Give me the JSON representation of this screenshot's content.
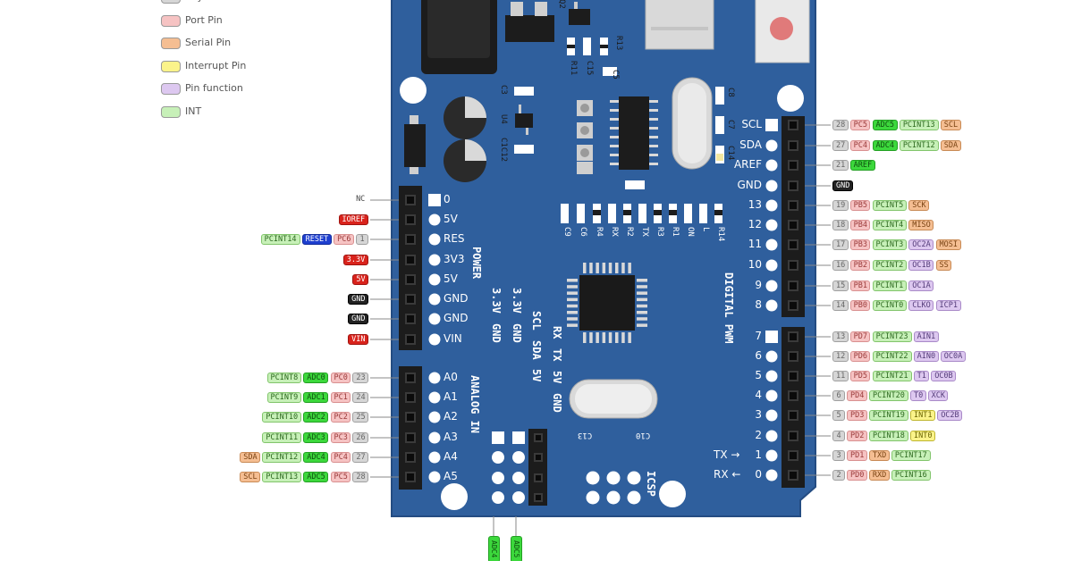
{
  "legend": [
    {
      "label": "Physical Pin",
      "color": "#d6d6d6"
    },
    {
      "label": "Port Pin",
      "color": "#f6c3c3"
    },
    {
      "label": "Serial Pin",
      "color": "#f5be92"
    },
    {
      "label": "Interrupt Pin",
      "color": "#fbf38a"
    },
    {
      "label": "Pin function",
      "color": "#ddc8f0"
    },
    {
      "label": "INT",
      "color": "#c7f0b8"
    }
  ],
  "board": {
    "color": "#2f5f9d",
    "power_header_label": "POWER",
    "analog_header_label": "ANALOG IN",
    "digital_header_label": "DIGITAL PWM",
    "icsp_label": "ICSP",
    "power_pins": [
      "0",
      "5V",
      "RES",
      "3V3",
      "5V",
      "GND",
      "GND",
      "VIN"
    ],
    "analog_pins": [
      "A0",
      "A1",
      "A2",
      "A3",
      "A4",
      "A5"
    ],
    "top_right_pins": [
      "SCL",
      "SDA",
      "AREF",
      "GND",
      "13",
      "12",
      "11",
      "10",
      "9",
      "8"
    ],
    "bottom_right_pins": [
      "7",
      "6",
      "5",
      "4",
      "3",
      "2",
      "1",
      "0"
    ],
    "tx_label": "TX →",
    "rx_label": "RX ←",
    "bottom_cols": {
      "c1": [
        "3.3V",
        "GND"
      ],
      "c2": [
        "3.3V",
        "GND"
      ],
      "c3": [
        "SCL",
        "SDA",
        "5V"
      ],
      "c4": [
        "RX",
        "TX",
        "5V",
        "GND"
      ],
      "c5": []
    },
    "component_labels": {
      "q2": "Q2",
      "r13": "R13",
      "r11": "R11",
      "c15": "C15",
      "c5": "C5",
      "c3": "C3",
      "u4": "U4",
      "c1c12": "C1C12",
      "c8": "C8",
      "c7": "C7",
      "c14": "C14",
      "row": [
        "C9",
        "C6",
        "R4",
        "RX",
        "R2",
        "TX",
        "R3",
        "R1",
        "ON",
        "L",
        "R14"
      ],
      "c13": "C13",
      "c10": "C10"
    }
  },
  "left_power_tags": [
    {
      "tags": [
        {
          "text": "NC",
          "cls": "t-plain"
        }
      ]
    },
    {
      "tags": [
        {
          "text": "IOREF",
          "cls": "t-red"
        }
      ]
    },
    {
      "tags": [
        {
          "text": "PCINT14",
          "cls": "t-int"
        },
        {
          "text": "RESET",
          "cls": "t-blue"
        },
        {
          "text": "PC6",
          "cls": "t-port"
        },
        {
          "text": "1",
          "cls": "t-phys"
        }
      ]
    },
    {
      "tags": [
        {
          "text": "3.3V",
          "cls": "t-red"
        }
      ]
    },
    {
      "tags": [
        {
          "text": "5V",
          "cls": "t-red"
        }
      ]
    },
    {
      "tags": [
        {
          "text": "GND",
          "cls": "t-black"
        }
      ]
    },
    {
      "tags": [
        {
          "text": "GND",
          "cls": "t-black"
        }
      ]
    },
    {
      "tags": [
        {
          "text": "VIN",
          "cls": "t-red"
        }
      ]
    }
  ],
  "left_analog_tags": [
    {
      "tags": [
        {
          "text": "PCINT8",
          "cls": "t-int"
        },
        {
          "text": "ADC0",
          "cls": "t-analog"
        },
        {
          "text": "PC0",
          "cls": "t-port"
        },
        {
          "text": "23",
          "cls": "t-phys"
        }
      ]
    },
    {
      "tags": [
        {
          "text": "PCINT9",
          "cls": "t-int"
        },
        {
          "text": "ADC1",
          "cls": "t-analog"
        },
        {
          "text": "PC1",
          "cls": "t-port"
        },
        {
          "text": "24",
          "cls": "t-phys"
        }
      ]
    },
    {
      "tags": [
        {
          "text": "PCINT10",
          "cls": "t-int"
        },
        {
          "text": "ADC2",
          "cls": "t-analog"
        },
        {
          "text": "PC2",
          "cls": "t-port"
        },
        {
          "text": "25",
          "cls": "t-phys"
        }
      ]
    },
    {
      "tags": [
        {
          "text": "PCINT11",
          "cls": "t-int"
        },
        {
          "text": "ADC3",
          "cls": "t-analog"
        },
        {
          "text": "PC3",
          "cls": "t-port"
        },
        {
          "text": "26",
          "cls": "t-phys"
        }
      ]
    },
    {
      "tags": [
        {
          "text": "SDA",
          "cls": "t-serial"
        },
        {
          "text": "PCINT12",
          "cls": "t-int"
        },
        {
          "text": "ADC4",
          "cls": "t-analog"
        },
        {
          "text": "PC4",
          "cls": "t-port"
        },
        {
          "text": "27",
          "cls": "t-phys"
        }
      ]
    },
    {
      "tags": [
        {
          "text": "SCL",
          "cls": "t-serial"
        },
        {
          "text": "PCINT13",
          "cls": "t-int"
        },
        {
          "text": "ADC5",
          "cls": "t-analog"
        },
        {
          "text": "PC5",
          "cls": "t-port"
        },
        {
          "text": "28",
          "cls": "t-phys"
        }
      ]
    }
  ],
  "right_top_tags": [
    {
      "tags": [
        {
          "text": "28",
          "cls": "t-phys"
        },
        {
          "text": "PC5",
          "cls": "t-port"
        },
        {
          "text": "ADC5",
          "cls": "t-analog"
        },
        {
          "text": "PCINT13",
          "cls": "t-int"
        },
        {
          "text": "SCL",
          "cls": "t-serial"
        }
      ]
    },
    {
      "tags": [
        {
          "text": "27",
          "cls": "t-phys"
        },
        {
          "text": "PC4",
          "cls": "t-port"
        },
        {
          "text": "ADC4",
          "cls": "t-analog"
        },
        {
          "text": "PCINT12",
          "cls": "t-int"
        },
        {
          "text": "SDA",
          "cls": "t-serial"
        }
      ]
    },
    {
      "tags": [
        {
          "text": "21",
          "cls": "t-phys"
        },
        {
          "text": "AREF",
          "cls": "t-analog"
        }
      ]
    },
    {
      "tags": [
        {
          "text": "GND",
          "cls": "t-black"
        }
      ]
    },
    {
      "tags": [
        {
          "text": "19",
          "cls": "t-phys"
        },
        {
          "text": "PB5",
          "cls": "t-port"
        },
        {
          "text": "PCINT5",
          "cls": "t-int"
        },
        {
          "text": "SCK",
          "cls": "t-serial"
        }
      ]
    },
    {
      "tags": [
        {
          "text": "18",
          "cls": "t-phys"
        },
        {
          "text": "PB4",
          "cls": "t-port"
        },
        {
          "text": "PCINT4",
          "cls": "t-int"
        },
        {
          "text": "MISO",
          "cls": "t-serial"
        }
      ]
    },
    {
      "tags": [
        {
          "text": "17",
          "cls": "t-phys"
        },
        {
          "text": "PB3",
          "cls": "t-port"
        },
        {
          "text": "PCINT3",
          "cls": "t-int"
        },
        {
          "text": "OC2A",
          "cls": "t-func"
        },
        {
          "text": "MOSI",
          "cls": "t-serial"
        }
      ]
    },
    {
      "tags": [
        {
          "text": "16",
          "cls": "t-phys"
        },
        {
          "text": "PB2",
          "cls": "t-port"
        },
        {
          "text": "PCINT2",
          "cls": "t-int"
        },
        {
          "text": "OC1B",
          "cls": "t-func"
        },
        {
          "text": "SS",
          "cls": "t-serial"
        }
      ]
    },
    {
      "tags": [
        {
          "text": "15",
          "cls": "t-phys"
        },
        {
          "text": "PB1",
          "cls": "t-port"
        },
        {
          "text": "PCINT1",
          "cls": "t-int"
        },
        {
          "text": "OC1A",
          "cls": "t-func"
        }
      ]
    },
    {
      "tags": [
        {
          "text": "14",
          "cls": "t-phys"
        },
        {
          "text": "PB0",
          "cls": "t-port"
        },
        {
          "text": "PCINT0",
          "cls": "t-int"
        },
        {
          "text": "CLKO",
          "cls": "t-func"
        },
        {
          "text": "ICP1",
          "cls": "t-func"
        }
      ]
    }
  ],
  "right_bottom_tags": [
    {
      "tags": [
        {
          "text": "13",
          "cls": "t-phys"
        },
        {
          "text": "PD7",
          "cls": "t-port"
        },
        {
          "text": "PCINT23",
          "cls": "t-int"
        },
        {
          "text": "AIN1",
          "cls": "t-func"
        }
      ]
    },
    {
      "tags": [
        {
          "text": "12",
          "cls": "t-phys"
        },
        {
          "text": "PD6",
          "cls": "t-port"
        },
        {
          "text": "PCINT22",
          "cls": "t-int"
        },
        {
          "text": "AIN0",
          "cls": "t-func"
        },
        {
          "text": "OC0A",
          "cls": "t-func"
        }
      ]
    },
    {
      "tags": [
        {
          "text": "11",
          "cls": "t-phys"
        },
        {
          "text": "PD5",
          "cls": "t-port"
        },
        {
          "text": "PCINT21",
          "cls": "t-int"
        },
        {
          "text": "T1",
          "cls": "t-func"
        },
        {
          "text": "OC0B",
          "cls": "t-func"
        }
      ]
    },
    {
      "tags": [
        {
          "text": "6",
          "cls": "t-phys"
        },
        {
          "text": "PD4",
          "cls": "t-port"
        },
        {
          "text": "PCINT20",
          "cls": "t-int"
        },
        {
          "text": "T0",
          "cls": "t-func"
        },
        {
          "text": "XCK",
          "cls": "t-func"
        }
      ]
    },
    {
      "tags": [
        {
          "text": "5",
          "cls": "t-phys"
        },
        {
          "text": "PD3",
          "cls": "t-port"
        },
        {
          "text": "PCINT19",
          "cls": "t-int"
        },
        {
          "text": "INT1",
          "cls": "t-interrupt"
        },
        {
          "text": "OC2B",
          "cls": "t-func"
        }
      ]
    },
    {
      "tags": [
        {
          "text": "4",
          "cls": "t-phys"
        },
        {
          "text": "PD2",
          "cls": "t-port"
        },
        {
          "text": "PCINT18",
          "cls": "t-int"
        },
        {
          "text": "INT0",
          "cls": "t-interrupt"
        }
      ]
    },
    {
      "tags": [
        {
          "text": "3",
          "cls": "t-phys"
        },
        {
          "text": "PD1",
          "cls": "t-port"
        },
        {
          "text": "TXD",
          "cls": "t-serial"
        },
        {
          "text": "PCINT17",
          "cls": "t-int"
        }
      ]
    },
    {
      "tags": [
        {
          "text": "2",
          "cls": "t-phys"
        },
        {
          "text": "PD0",
          "cls": "t-port"
        },
        {
          "text": "RXD",
          "cls": "t-serial"
        },
        {
          "text": "PCINT16",
          "cls": "t-int"
        }
      ]
    }
  ],
  "bottom_tags": [
    {
      "text": "ADC4",
      "cls": "t-analog"
    },
    {
      "text": "ADC5",
      "cls": "t-analog"
    }
  ]
}
